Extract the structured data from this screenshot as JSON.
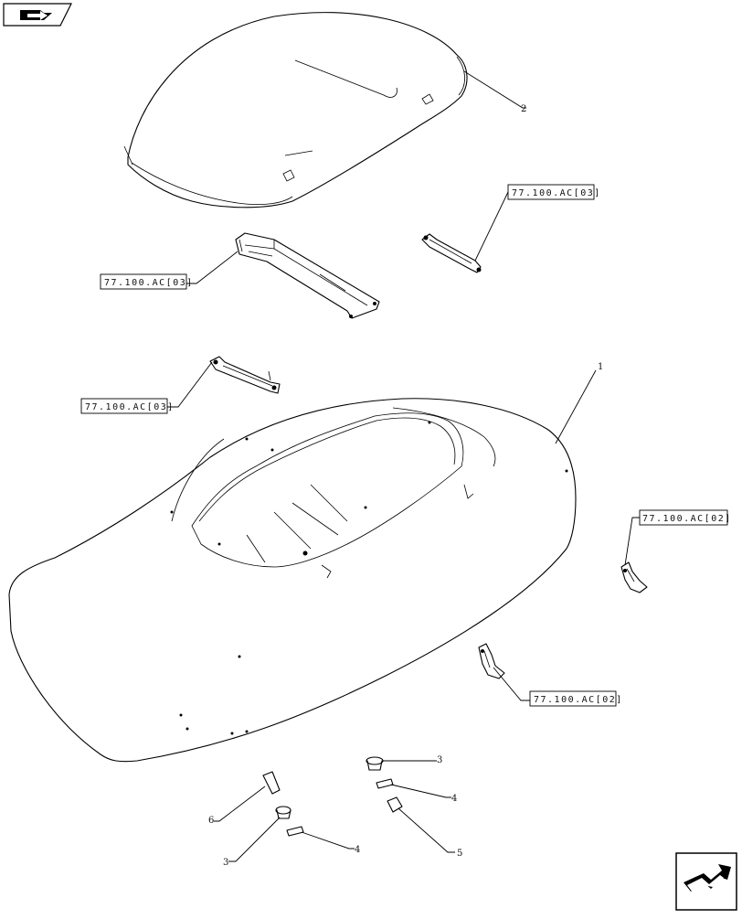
{
  "references": {
    "ref_upper_right": "77.100.AC[03]",
    "ref_upper_left": "77.100.AC[03]",
    "ref_mid_left": "77.100.AC[03]",
    "ref_right": "77.100.AC[02]",
    "ref_lower": "77.100.AC[02]"
  },
  "callouts": {
    "item_1": "1",
    "item_2": "2",
    "item_3_top": "3",
    "item_4_top": "4",
    "item_5": "5",
    "item_6": "6",
    "item_3_bottom": "3",
    "item_4_bottom": "4"
  },
  "icons": {
    "top_left": "folder-back-icon",
    "bottom_right": "next-page-arrow-icon"
  }
}
